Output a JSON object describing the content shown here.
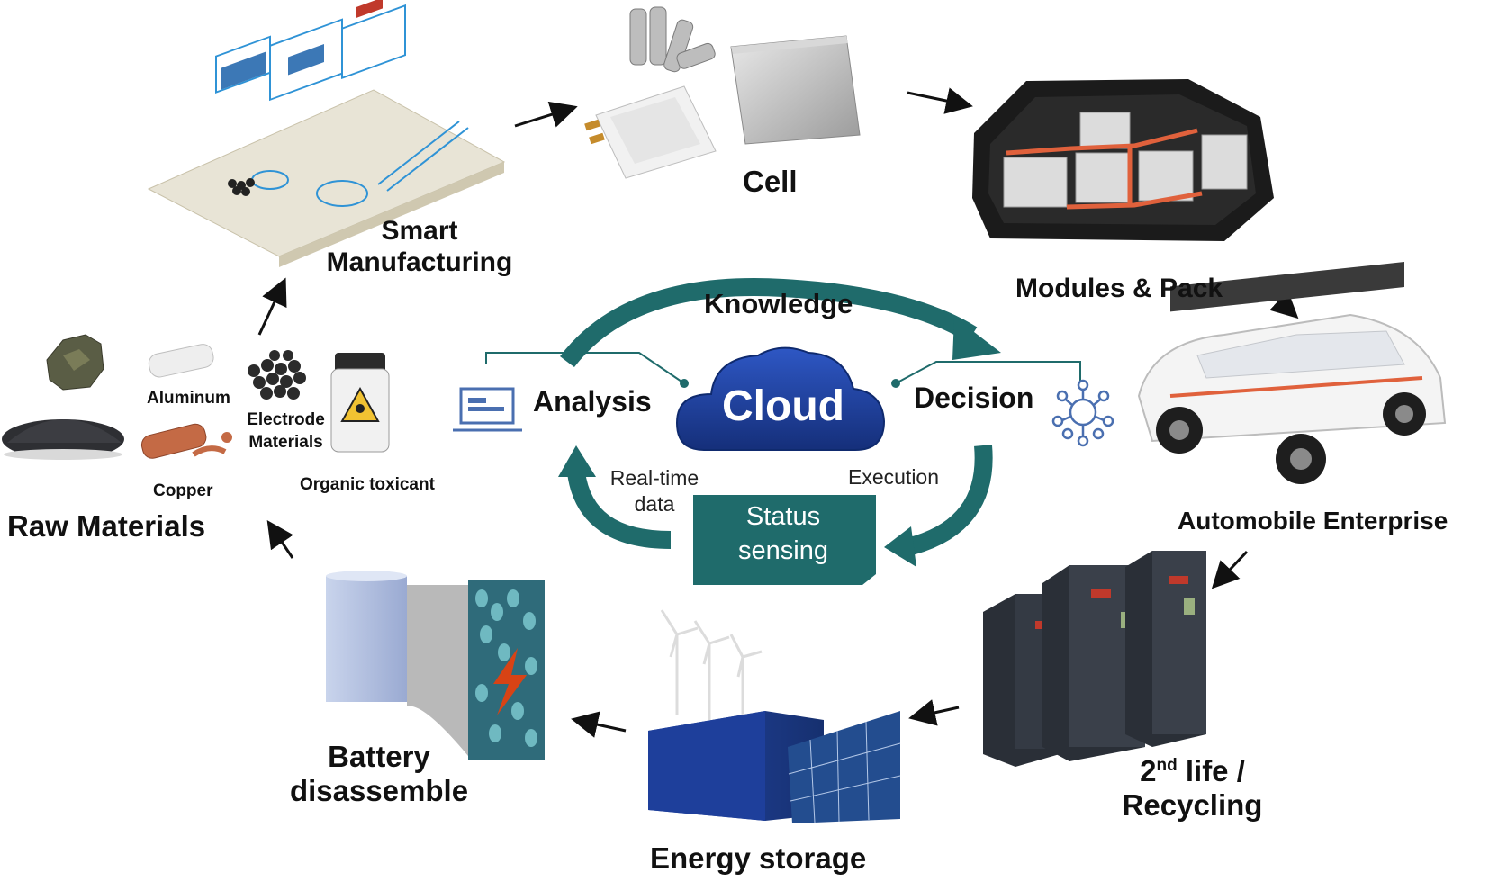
{
  "stages": {
    "raw_materials": "Raw Materials",
    "smart_manufacturing": [
      "Smart",
      "Manufacturing"
    ],
    "cell": "Cell",
    "modules_pack": "Modules & Pack",
    "automobile": "Automobile Enterprise",
    "second_life": {
      "prefix": "2",
      "sup": "nd",
      "rest": " life /",
      "line2": "Recycling"
    },
    "energy_storage": "Energy storage",
    "disassemble": [
      "Battery",
      "disassemble"
    ]
  },
  "materials": {
    "aluminum": "Aluminum",
    "electrode": [
      "Electrode",
      "Materials"
    ],
    "copper": "Copper",
    "toxicant": "Organic toxicant"
  },
  "cloud_loop": {
    "cloud": "Cloud",
    "knowledge": "Knowledge",
    "analysis": "Analysis",
    "decision": "Decision",
    "realtime": [
      "Real-time",
      "data"
    ],
    "execution": "Execution",
    "status": [
      "Status",
      "sensing"
    ]
  },
  "colors": {
    "teal": "#1f6b6b",
    "cloud": "#1d3f9a",
    "arrow": "#111111",
    "icon_blue": "#4a6fb0"
  },
  "icon_names": [
    "laptop-icon",
    "network-icon",
    "cloud-icon",
    "hazard-icon"
  ]
}
